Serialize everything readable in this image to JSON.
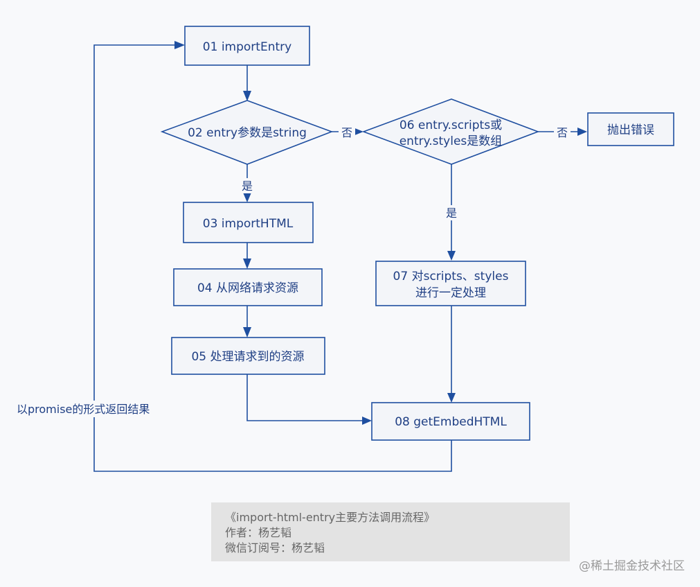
{
  "nodes": {
    "n01": "01 importEntry",
    "n02": "02 entry参数是string",
    "n03": "03 importHTML",
    "n04": "04 从网络请求资源",
    "n05": "05 处理请求到的资源",
    "n06_line1": "06 entry.scripts或",
    "n06_line2": "entry.styles是数组",
    "n07_line1": "07 对scripts、styles",
    "n07_line2": "进行一定处理",
    "n08": "08 getEmbedHTML",
    "error": "抛出错误"
  },
  "edges": {
    "yes_02_03": "是",
    "no_02_06": "否",
    "no_06_error": "否",
    "yes_06_07": "是",
    "return_08_01": "以promise的形式返回结果"
  },
  "caption": {
    "title": "《import-html-entry主要方法调用流程》",
    "author": "作者：杨艺韬",
    "account": "微信订阅号：杨艺韬"
  },
  "watermark": "@稀土掘金技术社区"
}
